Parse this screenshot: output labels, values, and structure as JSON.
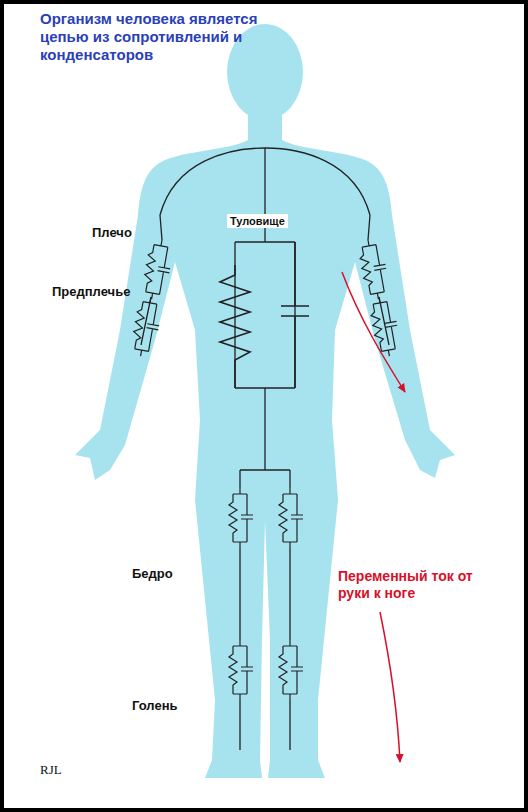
{
  "diagram": {
    "title": "Организм человека является цепью из сопротивлений и конденсаторов",
    "labels": [
      "Плечо",
      "Предплечье",
      "Туловище",
      "Бедро",
      "Голень",
      "Переменный ток от руки к ноге",
      "RJL"
    ]
  }
}
